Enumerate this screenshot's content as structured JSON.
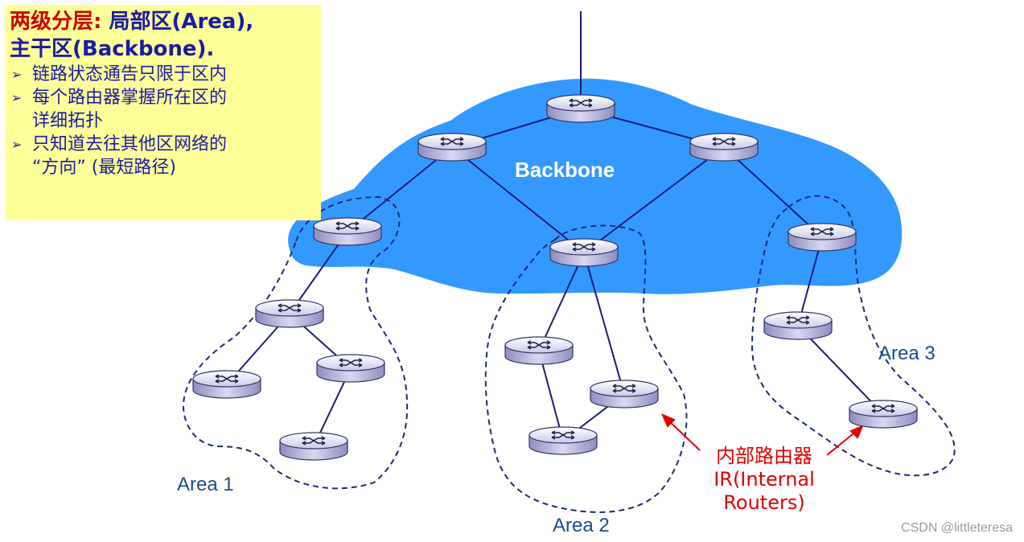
{
  "note": {
    "heading_red": "两级分层:",
    "heading_rest": " 局部区(Area),",
    "heading_line2": "主干区(Backbone).",
    "bullets": [
      "链路状态通告只限于区内",
      "每个路由器掌握所在区的",
      "详细拓扑",
      "只知道去往其他区网络的",
      "“方向” (最短路径)"
    ]
  },
  "labels": {
    "backbone": "Backbone",
    "area1": "Area 1",
    "area2": "Area 2",
    "area3": "Area 3"
  },
  "ir_annotation": {
    "line1": "内部路由器",
    "line2": "IR(Internal",
    "line3": "Routers)"
  },
  "credit": "CSDN @littleteresa",
  "colors": {
    "backbone_fill": "#3399ff",
    "note_bg": "#ffff99",
    "link": "#1a1a7a",
    "area_border": "#1a2a7a",
    "annotation": "#e00000",
    "label_blue": "#1a4b8c"
  }
}
